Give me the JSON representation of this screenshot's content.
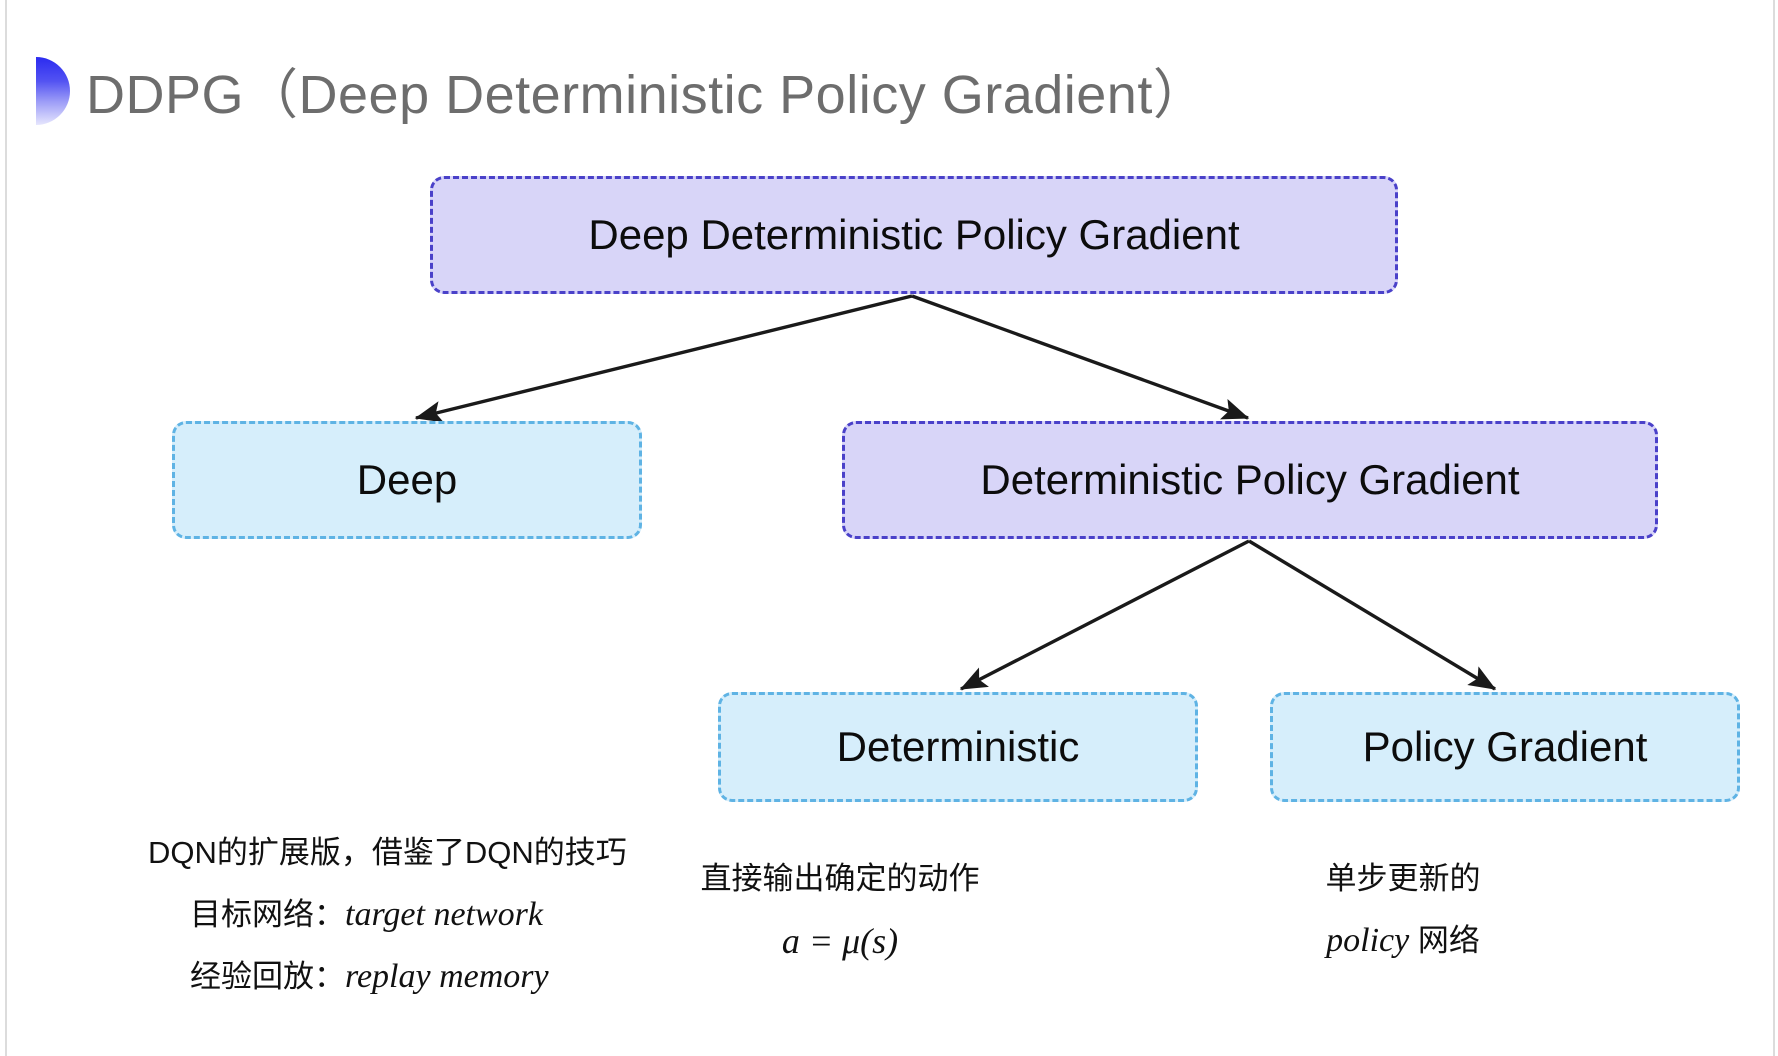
{
  "slide": {
    "title": "DDPG（Deep Deterministic Policy Gradient）",
    "background_color": "#ffffff"
  },
  "colors": {
    "purple_fill": "#d8d5f8",
    "purple_border": "#4a41c9",
    "cyan_fill": "#d6eefb",
    "cyan_border": "#5fb3e4",
    "title_text": "#6d6d6d",
    "connector": "#1a1a1a",
    "accent_bullet": "#2b2bf0"
  },
  "diagram": {
    "nodes": {
      "root": {
        "label": "Deep Deterministic Policy Gradient",
        "style": "purple"
      },
      "deep": {
        "label": "Deep",
        "style": "cyan"
      },
      "dpg": {
        "label": "Deterministic Policy Gradient",
        "style": "purple"
      },
      "deterministic": {
        "label": "Deterministic",
        "style": "cyan"
      },
      "policy_gradient": {
        "label": "Policy Gradient",
        "style": "cyan"
      }
    },
    "edges": [
      {
        "from": "root",
        "to": "deep"
      },
      {
        "from": "root",
        "to": "dpg"
      },
      {
        "from": "dpg",
        "to": "deterministic"
      },
      {
        "from": "dpg",
        "to": "policy_gradient"
      }
    ]
  },
  "annotations": {
    "deep": {
      "line1": "DQN的扩展版，借鉴了DQN的技巧",
      "line2_label": "目标网络：",
      "line2_term": "target network",
      "line3_label": "经验回放：",
      "line3_term": "replay memory"
    },
    "deterministic": {
      "line1": "直接输出确定的动作",
      "formula": "a = μ(s)"
    },
    "policy_gradient": {
      "line1": "单步更新的",
      "line2_term": "policy",
      "line2_tail": " 网络"
    }
  }
}
